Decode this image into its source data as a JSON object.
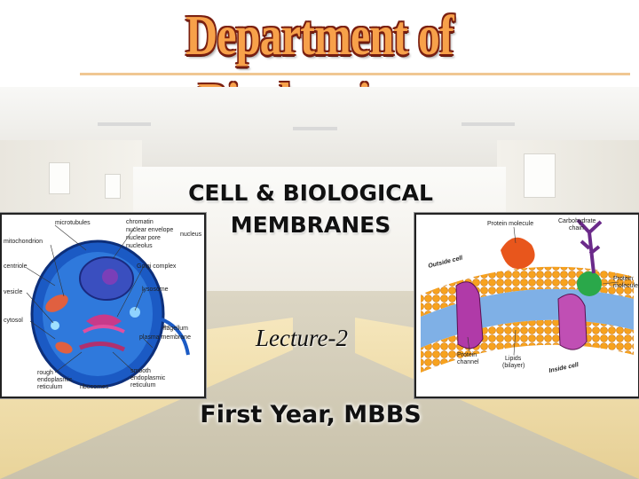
{
  "title": "Department of Biochemistry",
  "heading_line1": "CELL & BIOLOGICAL",
  "heading_line2": "MEMBRANES",
  "lecture": "Lecture-2",
  "audience": "First Year, MBBS",
  "cell_diagram": {
    "labels": {
      "microtubules": "microtubules",
      "chromatin": "chromatin",
      "nuclear_envelope": "nuclear envelope",
      "nuclear_pore": "nuclear pore",
      "nucleolus": "nucleolus",
      "nucleus": "nucleus",
      "mitochondrion": "mitochondrion",
      "centriole": "centriole",
      "golgi": "Golgi complex",
      "vesicle": "vesicle",
      "lysosome": "lysosome",
      "cytosol": "cytosol",
      "flagellum": "flagellum",
      "plasma_membrane": "plasma membrane",
      "rough_er_1": "rough",
      "rough_er_2": "endoplasmic",
      "rough_er_3": "reticulum",
      "ribosomes": "ribosomes",
      "smooth_er_1": "smooth",
      "smooth_er_2": "endoplasmic",
      "smooth_er_3": "reticulum"
    }
  },
  "membrane_diagram": {
    "labels": {
      "protein_molecule_top": "Protein molecule",
      "carbohydrate_1": "Carbohydrate",
      "carbohydrate_2": "chain",
      "outside_cell": "Outside cell",
      "protein_molecule_right_1": "Protein",
      "protein_molecule_right_2": "molecule",
      "protein_channel_1": "Protein",
      "protein_channel_2": "channel",
      "lipids_1": "Lipids",
      "lipids_2": "(bilayer)",
      "inside_cell": "Inside cell"
    }
  },
  "colors": {
    "title_fill": "#f7a14a",
    "title_outline": "#7a1f10",
    "cell_blue": "#1f5fc8",
    "membrane_orange": "#f59a1c"
  }
}
